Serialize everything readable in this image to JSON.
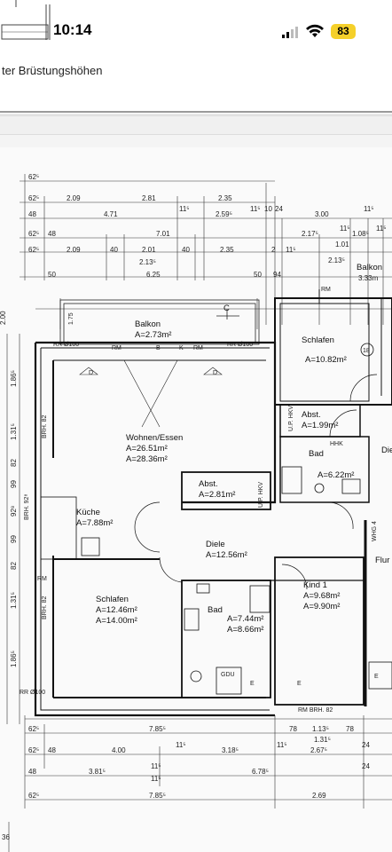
{
  "status_bar": {
    "time": "10:14",
    "battery": "83"
  },
  "header": {
    "text": "ter Brüstungshöhen"
  },
  "dimensions_top": {
    "row1": [
      "62⁵",
      "2.09",
      "2.81",
      "2.35"
    ],
    "row2": [
      "48",
      "4.71",
      "11⁵",
      "2.59⁵",
      "11⁵",
      "10",
      "24",
      "3.00",
      "11⁵"
    ],
    "row3": [
      "62⁵",
      "48",
      "7.01",
      "2.17⁵",
      "11⁵",
      "1.08⁵",
      "11⁵"
    ],
    "row4": [
      "62⁵",
      "2.09",
      "40",
      "2.01",
      "40",
      "2.35",
      "2",
      "11⁵",
      "1.01"
    ],
    "row5": [
      "2.13⁵",
      "2.13⁵"
    ],
    "row6": [
      "50",
      "6.25",
      "50",
      "94",
      "3.33m"
    ]
  },
  "rooms": {
    "balkon_main": {
      "name": "Balkon",
      "area": "A=2.73m²"
    },
    "balkon_right": {
      "name": "Balkon",
      "area": "A=3.33m"
    },
    "schlafen_right": {
      "name": "Schlafen",
      "area": "A=10.82m²"
    },
    "wohnen": {
      "name": "Wohnen/Essen",
      "area1": "A=26.51m²",
      "area2": "A=28.36m²"
    },
    "abst_right": {
      "name": "Abst.",
      "area": "A=1.99m²"
    },
    "bad_right": {
      "name": "Bad",
      "area": "A=6.22m²"
    },
    "abst_center": {
      "name": "Abst.",
      "area": "A=2.81m²"
    },
    "kuche": {
      "name": "Küche",
      "area": "A=7.88m²"
    },
    "diele": {
      "name": "Diele",
      "area": "A=12.56m²"
    },
    "schlafen_left": {
      "name": "Schlafen",
      "area1": "A=12.46m²",
      "area2": "A=14.00m²"
    },
    "bad_left": {
      "name": "Bad",
      "area1": "A=7.44m²",
      "area2": "A=8.66m²"
    },
    "kind": {
      "name": "Kind 1",
      "area1": "A=9.68m²",
      "area2": "A=9.90m²"
    },
    "flur": {
      "name": "Flur"
    },
    "die": {
      "name": "Die"
    }
  },
  "labels": {
    "rr_top_left": "RR Ø100",
    "rr_top_right": "RR Ø100",
    "rr_bottom": "RR Ø100",
    "rm": "RM",
    "brh82": "BRH. 82",
    "brh928": "BRH. 92⁸",
    "uphkv": "U.P. HKV",
    "hhk": "HHK",
    "whg": "WHG 4",
    "gdu": "GDU",
    "c": "C",
    "d": "D",
    "e": "E",
    "k": "K",
    "b": "B",
    "r18": "18",
    "h175": "1.75",
    "rmbrh": "RM BRH. 82"
  },
  "dimensions_left": [
    "2.00",
    "1.86⁵",
    "1.31⁵",
    "82",
    "99",
    "92⁸",
    "99",
    "82",
    "1.31⁵",
    "1.86⁵"
  ],
  "dimensions_bottom": {
    "row1": [
      "62⁵",
      "7.85⁵",
      "78",
      "1.13⁵",
      "78"
    ],
    "row1b": "1.31⁵",
    "row2": [
      "62⁵",
      "48",
      "4.00",
      "11⁵",
      "3.18⁵",
      "11⁵",
      "2.67⁵",
      "24"
    ],
    "row3": [
      "48",
      "3.81⁵",
      "11⁵",
      "6.78⁵",
      "24"
    ],
    "row3b": "11⁵",
    "row4": [
      "62⁵",
      "7.85⁵",
      "2.69"
    ],
    "corner": "36"
  }
}
